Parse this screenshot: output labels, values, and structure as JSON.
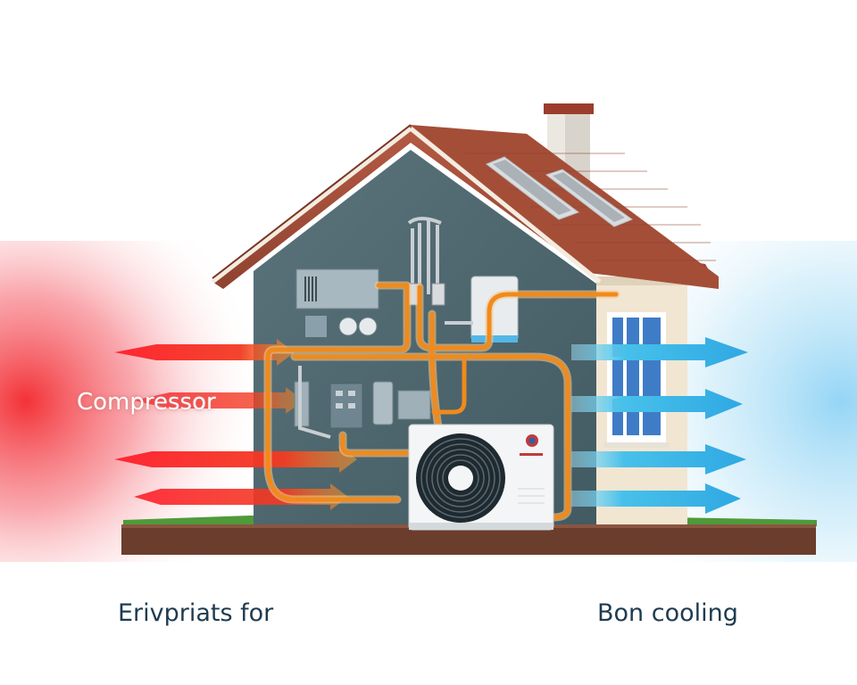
{
  "labels": {
    "compressor": "Compressor",
    "left_caption": "Erivpriats for",
    "right_caption": "Bon cooling"
  },
  "colors": {
    "heat": "#f5281e",
    "cool": "#3fb6ea",
    "pipe": "#f08a1c",
    "wall": "#4f6870",
    "roof": "#a9543e",
    "ground": "#6b3d2c"
  },
  "icons": {
    "outdoor_unit": "fan-unit-icon",
    "heat_arrows": "arrow-right-icon",
    "cool_arrows": "arrow-right-icon"
  }
}
